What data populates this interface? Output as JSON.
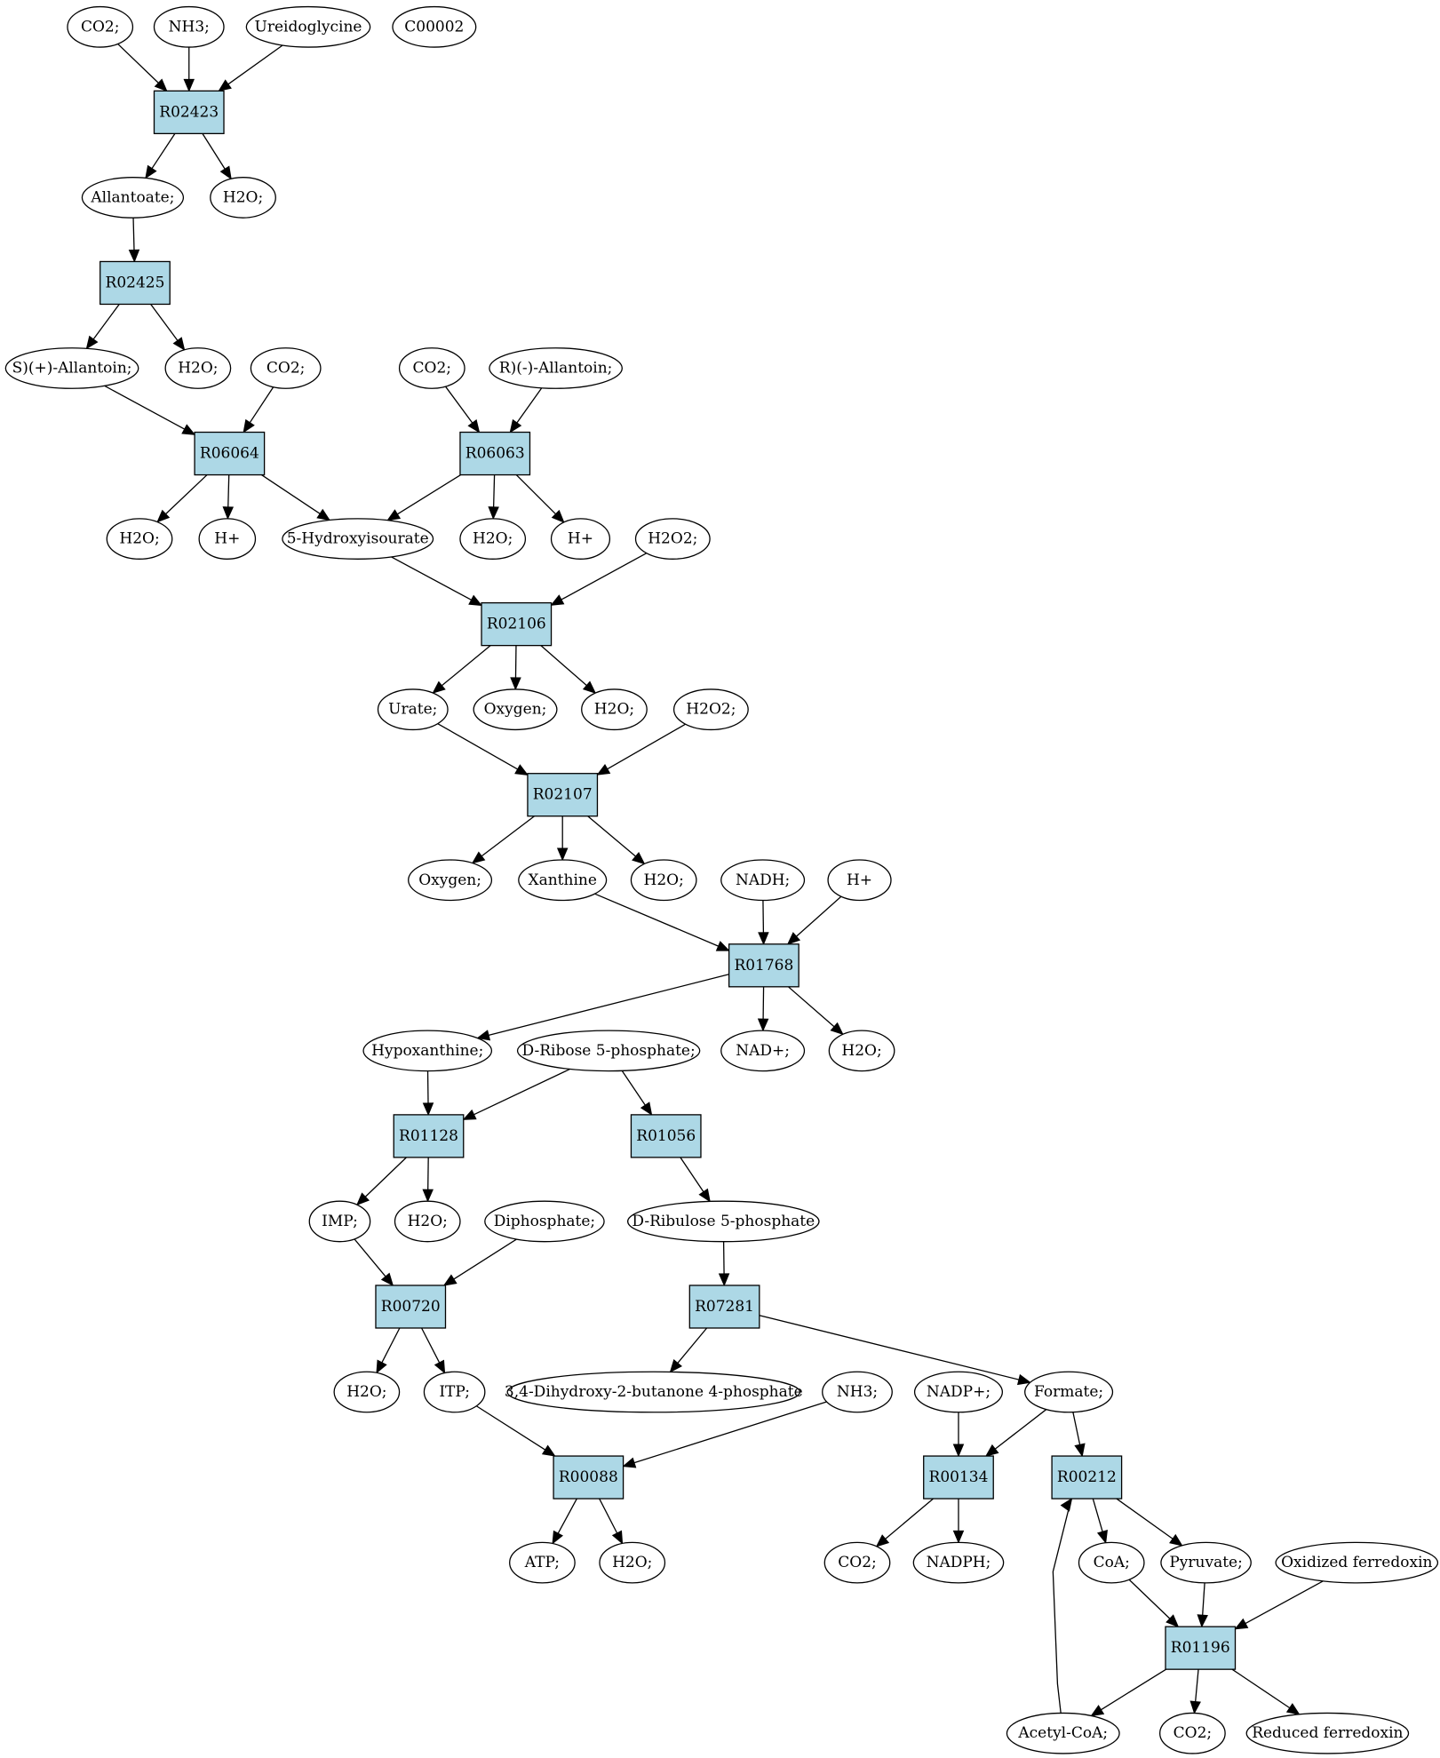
{
  "colors": {
    "reaction_fill": "#add8e6",
    "compound_fill": "#ffffff",
    "highlight_yellow": "#ffff00",
    "highlight_green": "#00ff00",
    "stroke": "#000000"
  },
  "nodes": [
    {
      "id": "c_co2_1",
      "label": "CO2;",
      "kind": "compound"
    },
    {
      "id": "c_nh3_1",
      "label": "NH3;",
      "kind": "compound"
    },
    {
      "id": "c_ureidoglycine",
      "label": "Ureidoglycine",
      "kind": "compound"
    },
    {
      "id": "c_c00002",
      "label": "C00002",
      "kind": "compound",
      "fill": "#ffff00"
    },
    {
      "id": "r_R02423",
      "label": "R02423",
      "kind": "reaction"
    },
    {
      "id": "c_allantoate",
      "label": "Allantoate;",
      "kind": "compound"
    },
    {
      "id": "c_h2o_1",
      "label": "H2O;",
      "kind": "compound"
    },
    {
      "id": "r_R02425",
      "label": "R02425",
      "kind": "reaction"
    },
    {
      "id": "c_s_allantoin",
      "label": "S)(+)-Allantoin;",
      "kind": "compound"
    },
    {
      "id": "c_h2o_2",
      "label": "H2O;",
      "kind": "compound"
    },
    {
      "id": "c_co2_2",
      "label": "CO2;",
      "kind": "compound"
    },
    {
      "id": "c_co2_3",
      "label": "CO2;",
      "kind": "compound"
    },
    {
      "id": "c_r_allantoin",
      "label": "R)(-)-Allantoin;",
      "kind": "compound"
    },
    {
      "id": "r_R06064",
      "label": "R06064",
      "kind": "reaction"
    },
    {
      "id": "r_R06063",
      "label": "R06063",
      "kind": "reaction"
    },
    {
      "id": "c_h2o_3",
      "label": "H2O;",
      "kind": "compound"
    },
    {
      "id": "c_hplus_1",
      "label": "H+",
      "kind": "compound"
    },
    {
      "id": "c_5hydroxyisourate",
      "label": "5-Hydroxyisourate",
      "kind": "compound"
    },
    {
      "id": "c_h2o_4",
      "label": "H2O;",
      "kind": "compound"
    },
    {
      "id": "c_hplus_2",
      "label": "H+",
      "kind": "compound"
    },
    {
      "id": "c_h2o2_1",
      "label": "H2O2;",
      "kind": "compound"
    },
    {
      "id": "r_R02106",
      "label": "R02106",
      "kind": "reaction"
    },
    {
      "id": "c_urate",
      "label": "Urate;",
      "kind": "compound"
    },
    {
      "id": "c_oxygen_1",
      "label": "Oxygen;",
      "kind": "compound"
    },
    {
      "id": "c_h2o_5",
      "label": "H2O;",
      "kind": "compound"
    },
    {
      "id": "c_h2o2_2",
      "label": "H2O2;",
      "kind": "compound"
    },
    {
      "id": "r_R02107",
      "label": "R02107",
      "kind": "reaction"
    },
    {
      "id": "c_oxygen_2",
      "label": "Oxygen;",
      "kind": "compound"
    },
    {
      "id": "c_xanthine",
      "label": "Xanthine",
      "kind": "compound"
    },
    {
      "id": "c_h2o_6",
      "label": "H2O;",
      "kind": "compound"
    },
    {
      "id": "c_nadh",
      "label": "NADH;",
      "kind": "compound"
    },
    {
      "id": "c_hplus_3",
      "label": "H+",
      "kind": "compound"
    },
    {
      "id": "r_R01768",
      "label": "R01768",
      "kind": "reaction"
    },
    {
      "id": "c_hypoxanthine",
      "label": "Hypoxanthine;",
      "kind": "compound"
    },
    {
      "id": "c_ribose5p",
      "label": "D-Ribose 5-phosphate;",
      "kind": "compound",
      "fill": "#00ff00"
    },
    {
      "id": "c_nadplus",
      "label": "NAD+;",
      "kind": "compound"
    },
    {
      "id": "c_h2o_7",
      "label": "H2O;",
      "kind": "compound"
    },
    {
      "id": "r_R01128",
      "label": "R01128",
      "kind": "reaction"
    },
    {
      "id": "r_R01056",
      "label": "R01056",
      "kind": "reaction"
    },
    {
      "id": "c_imp",
      "label": "IMP;",
      "kind": "compound"
    },
    {
      "id": "c_h2o_8",
      "label": "H2O;",
      "kind": "compound"
    },
    {
      "id": "c_diphosphate",
      "label": "Diphosphate;",
      "kind": "compound"
    },
    {
      "id": "c_ribulose5p",
      "label": "D-Ribulose 5-phosphate",
      "kind": "compound"
    },
    {
      "id": "r_R00720",
      "label": "R00720",
      "kind": "reaction"
    },
    {
      "id": "r_R07281",
      "label": "R07281",
      "kind": "reaction"
    },
    {
      "id": "c_h2o_9",
      "label": "H2O;",
      "kind": "compound"
    },
    {
      "id": "c_itp",
      "label": "ITP;",
      "kind": "compound"
    },
    {
      "id": "c_dhbp",
      "label": "3,4-Dihydroxy-2-butanone 4-phosphate",
      "kind": "compound"
    },
    {
      "id": "c_nh3_2",
      "label": "NH3;",
      "kind": "compound"
    },
    {
      "id": "c_nadpplus",
      "label": "NADP+;",
      "kind": "compound"
    },
    {
      "id": "c_formate",
      "label": "Formate;",
      "kind": "compound"
    },
    {
      "id": "r_R00088",
      "label": "R00088",
      "kind": "reaction"
    },
    {
      "id": "r_R00134",
      "label": "R00134",
      "kind": "reaction"
    },
    {
      "id": "r_R00212",
      "label": "R00212",
      "kind": "reaction"
    },
    {
      "id": "c_atp",
      "label": "ATP;",
      "kind": "compound"
    },
    {
      "id": "c_h2o_10",
      "label": "H2O;",
      "kind": "compound"
    },
    {
      "id": "c_co2_4",
      "label": "CO2;",
      "kind": "compound"
    },
    {
      "id": "c_nadph",
      "label": "NADPH;",
      "kind": "compound"
    },
    {
      "id": "c_coa",
      "label": "CoA;",
      "kind": "compound"
    },
    {
      "id": "c_pyruvate",
      "label": "Pyruvate;",
      "kind": "compound"
    },
    {
      "id": "c_ox_ferredoxin",
      "label": "Oxidized ferredoxin",
      "kind": "compound"
    },
    {
      "id": "r_R01196",
      "label": "R01196",
      "kind": "reaction"
    },
    {
      "id": "c_acetylcoa",
      "label": "Acetyl-CoA;",
      "kind": "compound"
    },
    {
      "id": "c_co2_5",
      "label": "CO2;",
      "kind": "compound"
    },
    {
      "id": "c_red_ferredoxin",
      "label": "Reduced ferredoxin",
      "kind": "compound"
    }
  ],
  "edges": [
    [
      "c_co2_1",
      "r_R02423"
    ],
    [
      "c_nh3_1",
      "r_R02423"
    ],
    [
      "c_ureidoglycine",
      "r_R02423"
    ],
    [
      "r_R02423",
      "c_allantoate"
    ],
    [
      "r_R02423",
      "c_h2o_1"
    ],
    [
      "c_allantoate",
      "r_R02425"
    ],
    [
      "r_R02425",
      "c_s_allantoin"
    ],
    [
      "r_R02425",
      "c_h2o_2"
    ],
    [
      "c_s_allantoin",
      "r_R06064"
    ],
    [
      "c_co2_2",
      "r_R06064"
    ],
    [
      "c_co2_3",
      "r_R06063"
    ],
    [
      "c_r_allantoin",
      "r_R06063"
    ],
    [
      "r_R06064",
      "c_h2o_3"
    ],
    [
      "r_R06064",
      "c_hplus_1"
    ],
    [
      "r_R06064",
      "c_5hydroxyisourate"
    ],
    [
      "r_R06063",
      "c_5hydroxyisourate"
    ],
    [
      "r_R06063",
      "c_h2o_4"
    ],
    [
      "r_R06063",
      "c_hplus_2"
    ],
    [
      "c_5hydroxyisourate",
      "r_R02106"
    ],
    [
      "c_h2o2_1",
      "r_R02106"
    ],
    [
      "r_R02106",
      "c_urate"
    ],
    [
      "r_R02106",
      "c_oxygen_1"
    ],
    [
      "r_R02106",
      "c_h2o_5"
    ],
    [
      "c_urate",
      "r_R02107"
    ],
    [
      "c_h2o2_2",
      "r_R02107"
    ],
    [
      "r_R02107",
      "c_oxygen_2"
    ],
    [
      "r_R02107",
      "c_xanthine"
    ],
    [
      "r_R02107",
      "c_h2o_6"
    ],
    [
      "c_xanthine",
      "r_R01768"
    ],
    [
      "c_nadh",
      "r_R01768"
    ],
    [
      "c_hplus_3",
      "r_R01768"
    ],
    [
      "r_R01768",
      "c_hypoxanthine"
    ],
    [
      "r_R01768",
      "c_nadplus"
    ],
    [
      "r_R01768",
      "c_h2o_7"
    ],
    [
      "c_hypoxanthine",
      "r_R01128"
    ],
    [
      "c_ribose5p",
      "r_R01128"
    ],
    [
      "c_ribose5p",
      "r_R01056"
    ],
    [
      "r_R01128",
      "c_imp"
    ],
    [
      "r_R01128",
      "c_h2o_8"
    ],
    [
      "r_R01056",
      "c_ribulose5p"
    ],
    [
      "c_imp",
      "r_R00720"
    ],
    [
      "c_diphosphate",
      "r_R00720"
    ],
    [
      "c_ribulose5p",
      "r_R07281"
    ],
    [
      "r_R00720",
      "c_h2o_9"
    ],
    [
      "r_R00720",
      "c_itp"
    ],
    [
      "r_R07281",
      "c_dhbp"
    ],
    [
      "r_R07281",
      "c_formate"
    ],
    [
      "c_itp",
      "r_R00088"
    ],
    [
      "c_nh3_2",
      "r_R00088"
    ],
    [
      "c_nadpplus",
      "r_R00134"
    ],
    [
      "c_formate",
      "r_R00134"
    ],
    [
      "c_formate",
      "r_R00212"
    ],
    [
      "r_R00088",
      "c_atp"
    ],
    [
      "r_R00088",
      "c_h2o_10"
    ],
    [
      "r_R00134",
      "c_co2_4"
    ],
    [
      "r_R00134",
      "c_nadph"
    ],
    [
      "r_R00212",
      "c_coa"
    ],
    [
      "r_R00212",
      "c_pyruvate"
    ],
    [
      "c_coa",
      "r_R01196"
    ],
    [
      "c_pyruvate",
      "r_R01196"
    ],
    [
      "c_ox_ferredoxin",
      "r_R01196"
    ],
    [
      "r_R01196",
      "c_acetylcoa"
    ],
    [
      "r_R01196",
      "c_co2_5"
    ],
    [
      "r_R01196",
      "c_red_ferredoxin"
    ],
    [
      "c_acetylcoa",
      "r_R00212"
    ]
  ]
}
